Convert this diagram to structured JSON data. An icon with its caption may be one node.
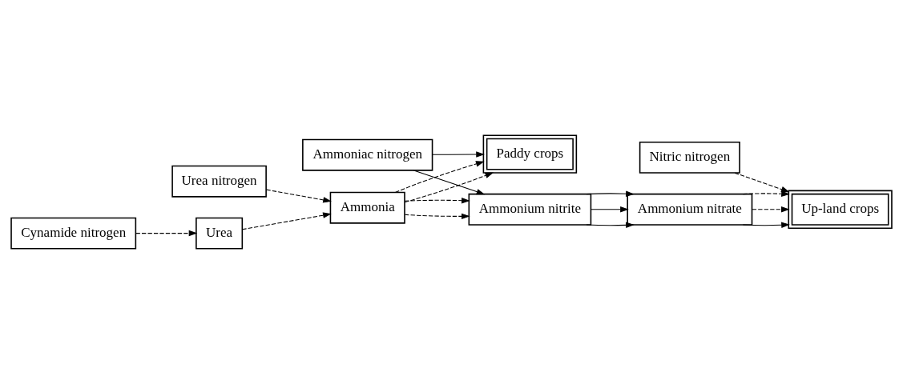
{
  "diagram": {
    "nodes": [
      {
        "text": [
          "Ammoniac nitrogen"
        ]
      },
      {
        "text": [
          "Urea nitrogen"
        ]
      },
      {
        "text": [
          "Ammonia"
        ]
      },
      {
        "text": [
          "Paddy crops"
        ]
      },
      {
        "text": [
          "Cynamide nitrogen"
        ]
      },
      {
        "text": [
          "Urea"
        ]
      },
      {
        "text": [
          "Ammonium nitrite"
        ]
      },
      {
        "text": [
          "Nitric nitrogen"
        ]
      },
      {
        "text": [
          "Ammonium nitrate"
        ]
      },
      {
        "text": [
          "Up-land crops"
        ]
      }
    ],
    "edges": [
      {
        "from": 0,
        "to": 3,
        "arrow": "to"
      },
      {
        "from": 0,
        "to": 6,
        "arrow": "to"
      },
      {
        "from": 1,
        "to": 2,
        "arrow": "to",
        "style": "dashed"
      },
      {
        "from": 2,
        "to": 3,
        "arrow": "to",
        "style": "dashed"
      },
      {
        "from": 2,
        "to": 3,
        "arrow": "to",
        "style": "dashed"
      },
      {
        "from": 2,
        "to": 6,
        "arrow": "to",
        "style": "dashed"
      },
      {
        "from": 2,
        "to": 6,
        "arrow": "to",
        "style": "dashed"
      },
      {
        "from": 4,
        "to": 5,
        "arrow": "to",
        "style": "dashed"
      },
      {
        "from": 5,
        "to": 2,
        "arrow": "to",
        "style": "dashed"
      },
      {
        "from": 6,
        "to": 8,
        "arrow": "to"
      },
      {
        "from": 6,
        "to": 8,
        "arrow": "to"
      },
      {
        "from": 6,
        "to": 8,
        "arrow": "to"
      },
      {
        "from": 8,
        "to": 9,
        "arrow": "to"
      },
      {
        "from": 8,
        "to": 9,
        "arrow": "to",
        "style": "dashed"
      },
      {
        "from": 8,
        "to": 9,
        "arrow": "to",
        "style": "dashed"
      },
      {
        "from": 7,
        "to": 9,
        "arrow": "to",
        "style": "dashed"
      }
    ]
  }
}
